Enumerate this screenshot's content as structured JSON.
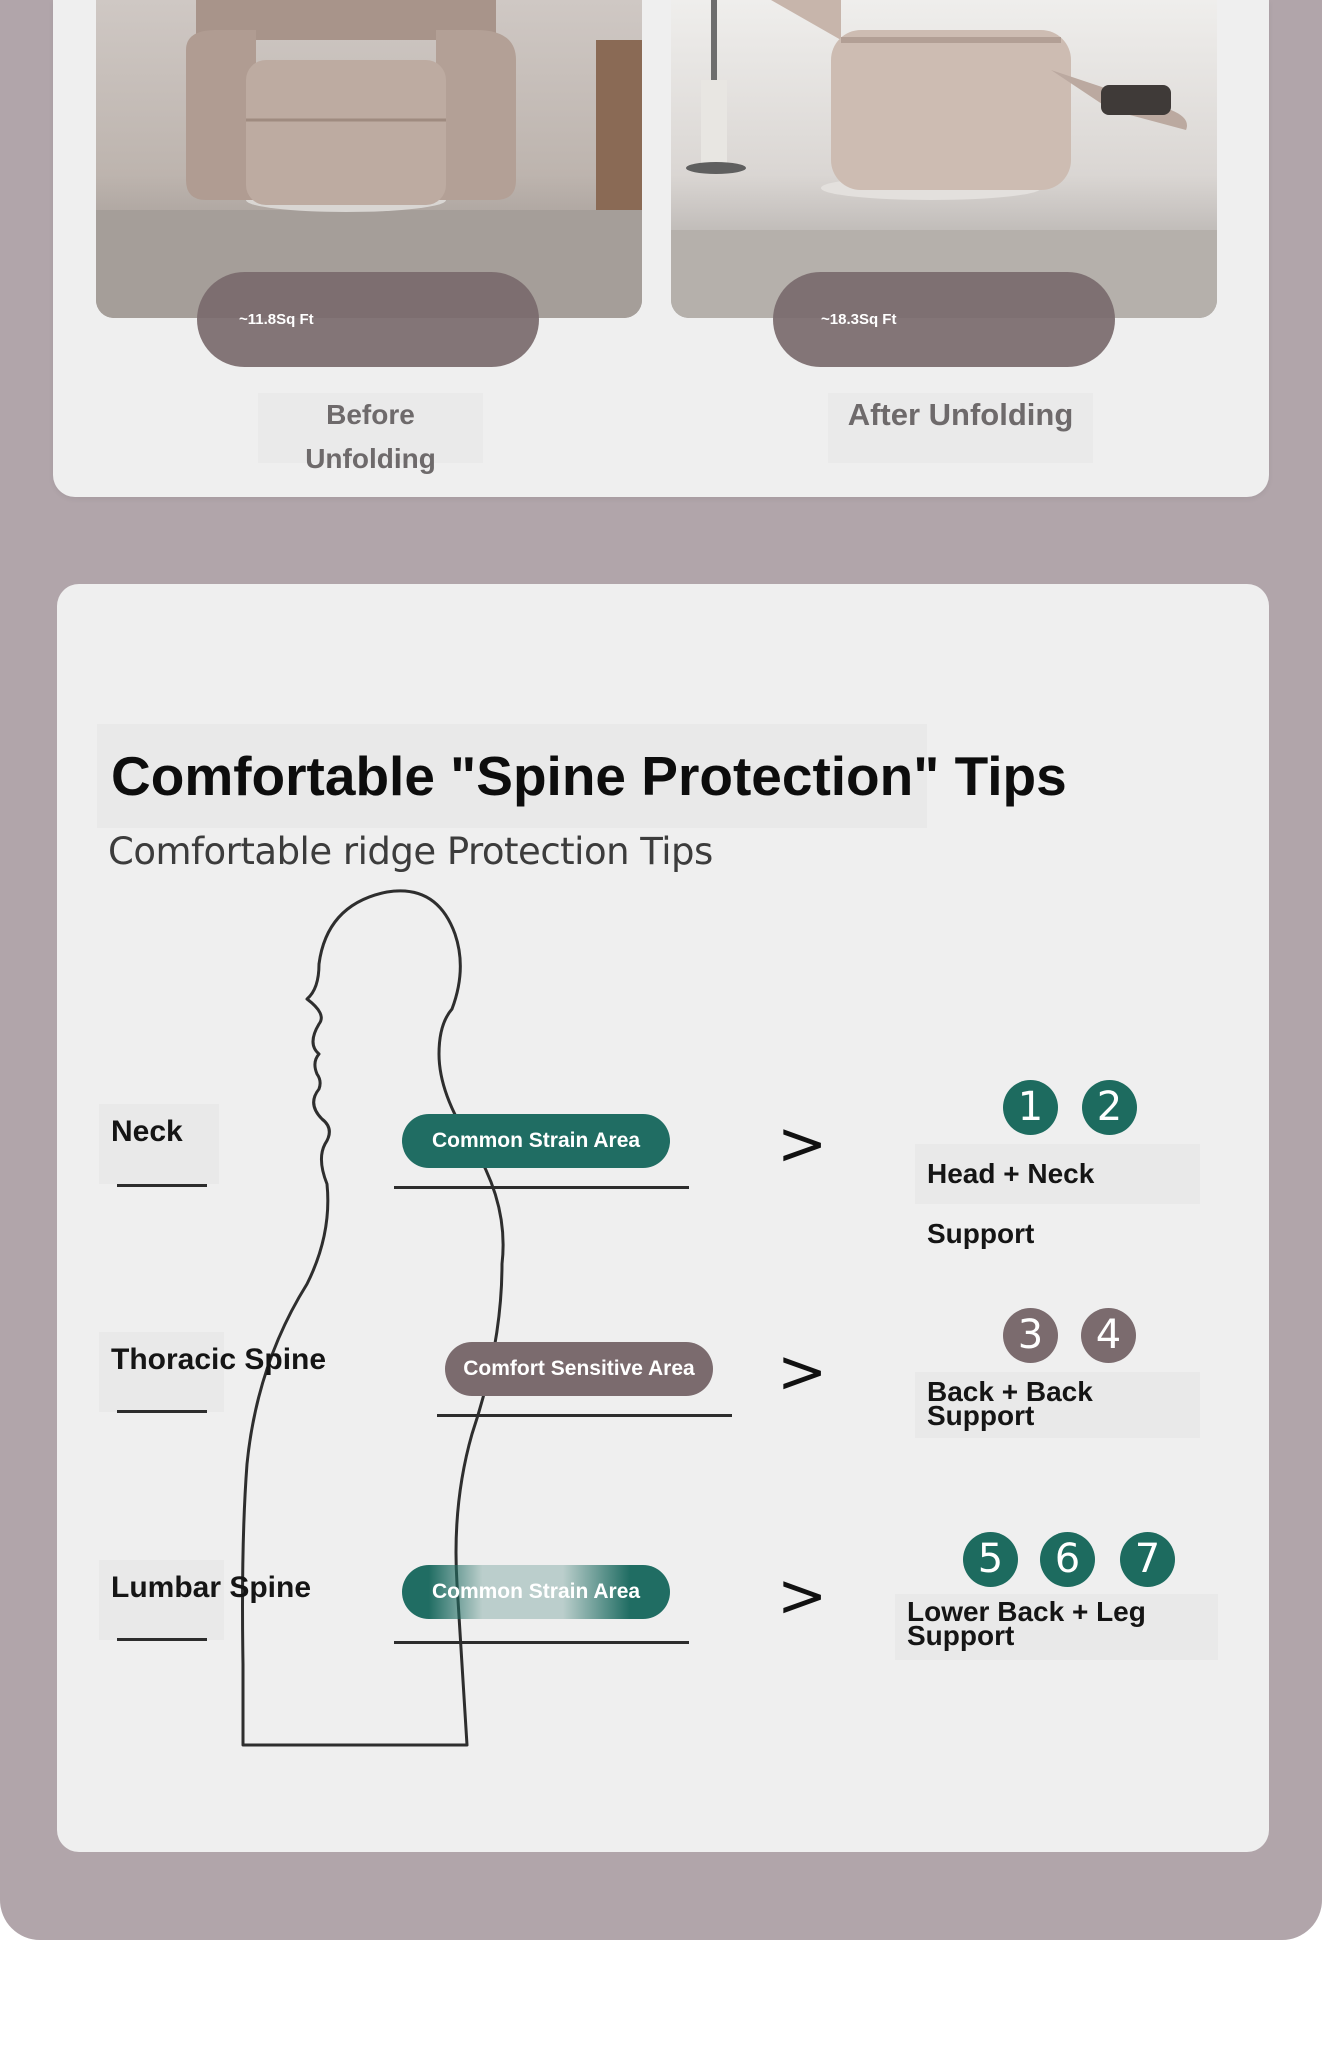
{
  "folding": {
    "before": {
      "area": "~11.8Sq Ft",
      "label": "Before Unfolding"
    },
    "after": {
      "area": "~18.3Sq Ft",
      "label": "After Unfolding"
    }
  },
  "spine": {
    "title": "Comfortable \"Spine Protection\" Tips",
    "subtitle": "Comfortable ridge Protection Tips",
    "rows": [
      {
        "part": "Neck",
        "area": "Common Strain Area",
        "arrow": ">",
        "numbers": [
          "1",
          "2"
        ],
        "support": "Head + Neck Support"
      },
      {
        "part": "Thoracic Spine",
        "area": "Comfort Sensitive Area",
        "arrow": ">",
        "numbers": [
          "3",
          "4"
        ],
        "support_line1": "Back + Back",
        "support_line2": "Support"
      },
      {
        "part": "Lumbar Spine",
        "area": "Common Strain Area",
        "arrow": ">",
        "numbers": [
          "5",
          "6",
          "7"
        ],
        "support_line1": "Lower Back + Leg",
        "support_line2": "Support"
      }
    ]
  },
  "colors": {
    "background": "#b1a5aa",
    "card": "#efefef",
    "teal": "#206d63",
    "mauve": "#7b6b6e"
  }
}
